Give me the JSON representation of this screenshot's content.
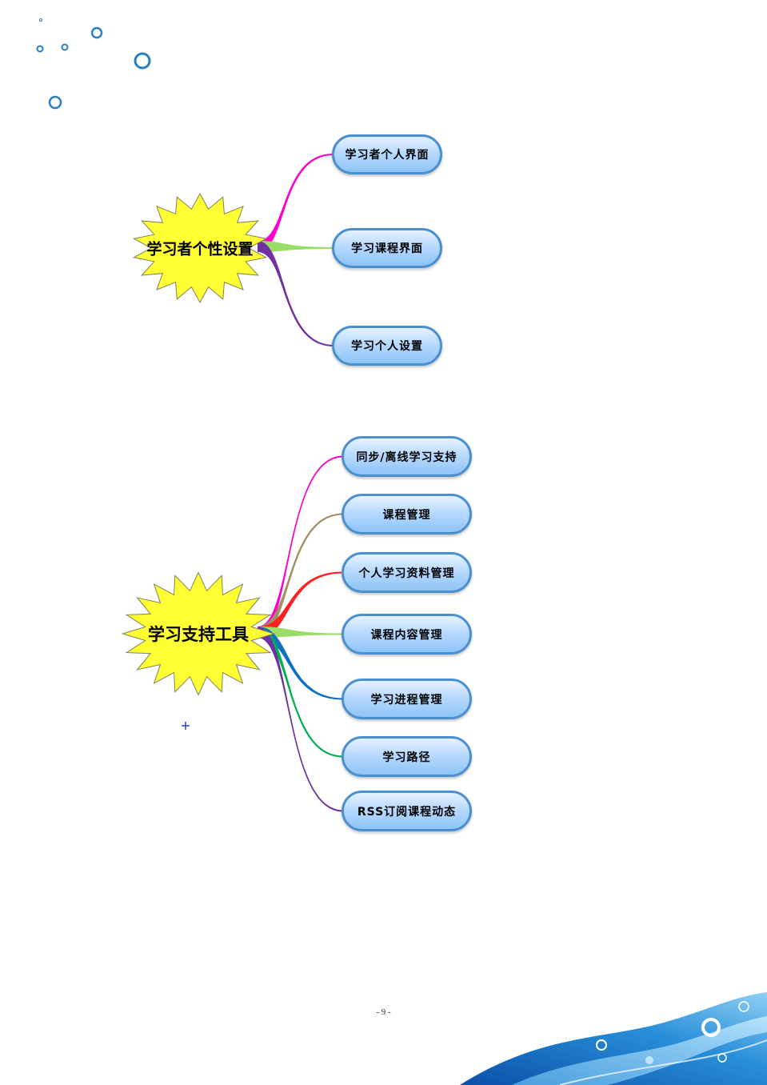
{
  "maps": [
    {
      "center": "学习者个性设置",
      "nodes": [
        {
          "label": "学习者个人界面",
          "color": "#ff00cc"
        },
        {
          "label": "学习课程界面",
          "color": "#99dd66"
        },
        {
          "label": "学习个人设置",
          "color": "#7030a0"
        }
      ]
    },
    {
      "center": "学习支持工具",
      "nodes": [
        {
          "label": "同步/离线学习支持",
          "color": "#ff00cc"
        },
        {
          "label": "课程管理",
          "color": "#a09060"
        },
        {
          "label": "个人学习资料管理",
          "color": "#ff2020"
        },
        {
          "label": "课程内容管理",
          "color": "#99dd66"
        },
        {
          "label": "学习进程管理",
          "color": "#1070c0"
        },
        {
          "label": "学习路径",
          "color": "#00b050"
        },
        {
          "label": "RSS订阅课程动态",
          "color": "#7030a0"
        }
      ]
    }
  ],
  "page_number": "- 9 -",
  "colors": {
    "star": "#ffff33",
    "node_border": "#4a90d0",
    "decor": "#2a7fc0"
  }
}
